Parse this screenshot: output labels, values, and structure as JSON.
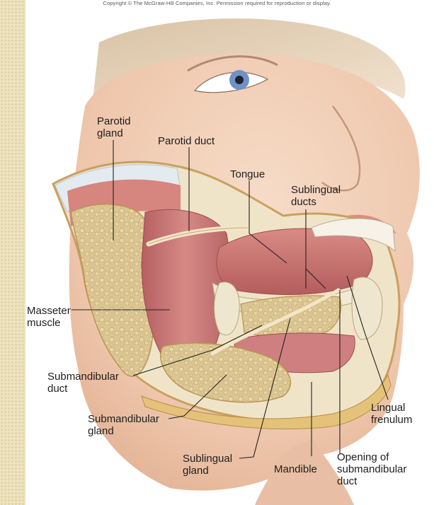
{
  "copyright": "Copyright © The McGraw-Hill Companies, Inc. Permission required for reproduction or display.",
  "labels": {
    "parotid_gland": [
      "Parotid",
      "gland"
    ],
    "parotid_duct": [
      "Parotid duct"
    ],
    "tongue": [
      "Tongue"
    ],
    "sublingual_ducts": [
      "Sublingual",
      "ducts"
    ],
    "masseter_muscle": [
      "Masseter",
      "muscle"
    ],
    "submandibular_duct": [
      "Submandibular",
      "duct"
    ],
    "submandibular_gland": [
      "Submandibular",
      "gland"
    ],
    "sublingual_gland": [
      "Sublingual",
      "gland"
    ],
    "mandible": [
      "Mandible"
    ],
    "opening_submandibular_duct": [
      "Opening of",
      "submandibular",
      "duct"
    ],
    "lingual_frenulum": [
      "Lingual",
      "frenulum"
    ]
  },
  "colors": {
    "skin": "#f2d2bc",
    "gland": "#dcc896",
    "muscle": "#cf7f7f",
    "bone": "#efe6cf",
    "duct": "#f1e2c4"
  }
}
